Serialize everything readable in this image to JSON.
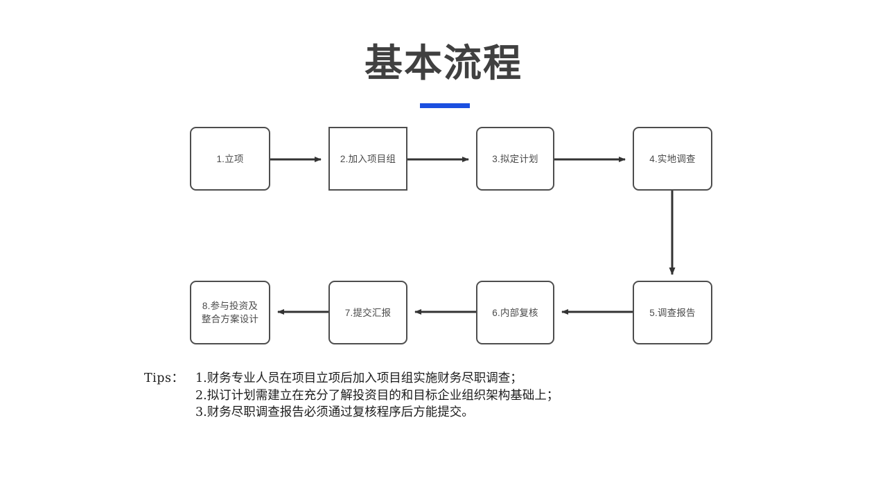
{
  "slide": {
    "title": "基本流程",
    "accent_color": "#1b4fe0",
    "title_color": "#404040",
    "background_color": "#ffffff"
  },
  "flowchart": {
    "box_border_color": "#4d4d4d",
    "box_text_color": "#4a4a4a",
    "arrow_color": "#333333",
    "nodes": [
      {
        "id": "n1",
        "shape": "rounded",
        "lines": [
          "1.立项"
        ]
      },
      {
        "id": "n2",
        "shape": "square",
        "lines": [
          "2.加入项目组"
        ]
      },
      {
        "id": "n3",
        "shape": "rounded",
        "lines": [
          "3.拟定计划"
        ]
      },
      {
        "id": "n4",
        "shape": "rounded",
        "lines": [
          "4.实地调查"
        ]
      },
      {
        "id": "n5",
        "shape": "rounded",
        "lines": [
          "5.调查报告"
        ]
      },
      {
        "id": "n6",
        "shape": "rounded",
        "lines": [
          "6.内部复核"
        ]
      },
      {
        "id": "n7",
        "shape": "rounded",
        "lines": [
          "7.提交汇报"
        ]
      },
      {
        "id": "n8",
        "shape": "rounded",
        "lines": [
          "8.参与投资及",
          "整合方案设计"
        ]
      }
    ],
    "connections": [
      {
        "from": "n1",
        "to": "n2",
        "direction": "right"
      },
      {
        "from": "n2",
        "to": "n3",
        "direction": "right"
      },
      {
        "from": "n3",
        "to": "n4",
        "direction": "right"
      },
      {
        "from": "n4",
        "to": "n5",
        "direction": "down"
      },
      {
        "from": "n5",
        "to": "n6",
        "direction": "left"
      },
      {
        "from": "n6",
        "to": "n7",
        "direction": "left"
      },
      {
        "from": "n7",
        "to": "n8",
        "direction": "left"
      }
    ]
  },
  "tips": {
    "label": "Tips：",
    "items": [
      "1.财务专业人员在项目立项后加入项目组实施财务尽职调查；",
      "2.拟订计划需建立在充分了解投资目的和目标企业组织架构基础上；",
      "3.财务尽职调查报告必须通过复核程序后方能提交。"
    ]
  }
}
